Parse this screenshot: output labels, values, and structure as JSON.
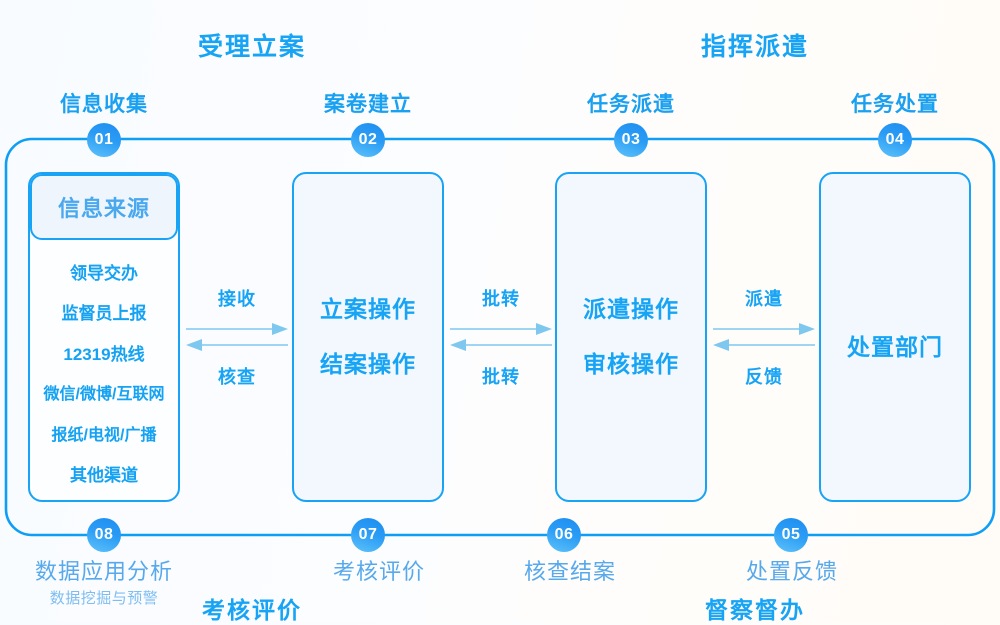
{
  "diagram": {
    "title_top_left": "受理立案",
    "title_top_right": "指挥派遣",
    "title_bottom_left": "考核评价",
    "title_bottom_right": "督察督办",
    "accent_color": "#17a4f5",
    "accent_light": "#7ec8f0",
    "box_fill": "#f3f8fe",
    "badge_text_color": "#ffffff"
  },
  "phases": [
    {
      "name": "受理立案",
      "position": "top-left"
    },
    {
      "name": "指挥派遣",
      "position": "top-right"
    },
    {
      "name": "考核评价",
      "position": "bottom-left"
    },
    {
      "name": "督察督办",
      "position": "bottom-right"
    }
  ],
  "steps_top": [
    {
      "number": "01",
      "caption": "信息收集"
    },
    {
      "number": "02",
      "caption": "案卷建立"
    },
    {
      "number": "03",
      "caption": "任务派遣"
    },
    {
      "number": "04",
      "caption": "任务处置"
    }
  ],
  "steps_bottom": [
    {
      "number": "08",
      "label": "数据应用分析",
      "sub": "数据挖掘与预警"
    },
    {
      "number": "07",
      "label": "考核评价",
      "sub": ""
    },
    {
      "number": "06",
      "label": "核查结案",
      "sub": ""
    },
    {
      "number": "05",
      "label": "处置反馈",
      "sub": ""
    }
  ],
  "columns": [
    {
      "id": "information-source",
      "header": "信息来源",
      "items": [
        "领导交办",
        "监督员上报",
        "12319热线",
        "微信/微博/互联网",
        "报纸/电视/广播",
        "其他渠道"
      ]
    },
    {
      "id": "case-filing",
      "lines": [
        "立案操作",
        "结案操作"
      ]
    },
    {
      "id": "dispatch",
      "lines": [
        "派遣操作",
        "审核操作"
      ]
    },
    {
      "id": "handling-department",
      "lines": [
        "处置部门"
      ]
    }
  ],
  "connectors": [
    {
      "id": "connector-1",
      "top_label": "接收",
      "bottom_label": "核查"
    },
    {
      "id": "connector-2",
      "top_label": "批转",
      "bottom_label": "批转"
    },
    {
      "id": "connector-3",
      "top_label": "派遣",
      "bottom_label": "反馈"
    }
  ]
}
